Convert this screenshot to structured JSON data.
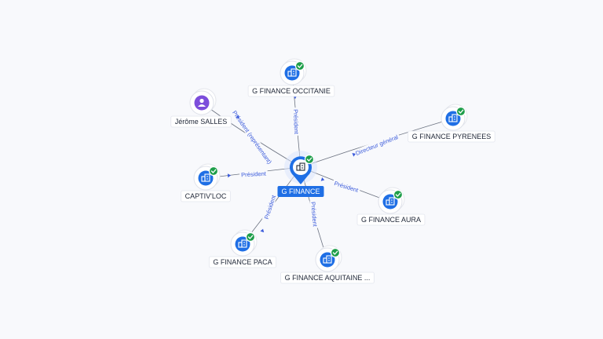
{
  "colors": {
    "company": "#1f6fe5",
    "person": "#7c4ddb",
    "check": "#1e9e4a",
    "center": "#1f6fe5",
    "edge": "#6b7280",
    "edge_label": "#3b5bdb"
  },
  "center": {
    "id": "center",
    "label": "G FINANCE",
    "icon": "building-icon"
  },
  "nodes": [
    {
      "id": "occitanie",
      "label": "G FINANCE OCCITANIE",
      "kind": "company",
      "icon": "building-icon",
      "verified": true
    },
    {
      "id": "jerome",
      "label": "Jérôme SALLES",
      "kind": "person",
      "icon": "person-icon",
      "verified": false
    },
    {
      "id": "pyrenees",
      "label": "G FINANCE PYRENEES",
      "kind": "company",
      "icon": "building-icon",
      "verified": true
    },
    {
      "id": "captiv",
      "label": "CAPTIV'LOC",
      "kind": "company",
      "icon": "building-icon",
      "verified": true
    },
    {
      "id": "aura",
      "label": "G FINANCE AURA",
      "kind": "company",
      "icon": "building-icon",
      "verified": true
    },
    {
      "id": "paca",
      "label": "G FINANCE PACA",
      "kind": "company",
      "icon": "building-icon",
      "verified": true
    },
    {
      "id": "aquitaine",
      "label": "G FINANCE AQUITAINE ...",
      "kind": "company",
      "icon": "building-icon",
      "verified": true
    }
  ],
  "edges": [
    {
      "to": "occitanie",
      "label": "Président"
    },
    {
      "to": "jerome",
      "label": "Président (représentant)"
    },
    {
      "to": "pyrenees",
      "label": "Directeur général"
    },
    {
      "to": "captiv",
      "label": "Président"
    },
    {
      "to": "aura",
      "label": "Président"
    },
    {
      "to": "paca",
      "label": "Président"
    },
    {
      "to": "aquitaine",
      "label": "Président"
    }
  ]
}
